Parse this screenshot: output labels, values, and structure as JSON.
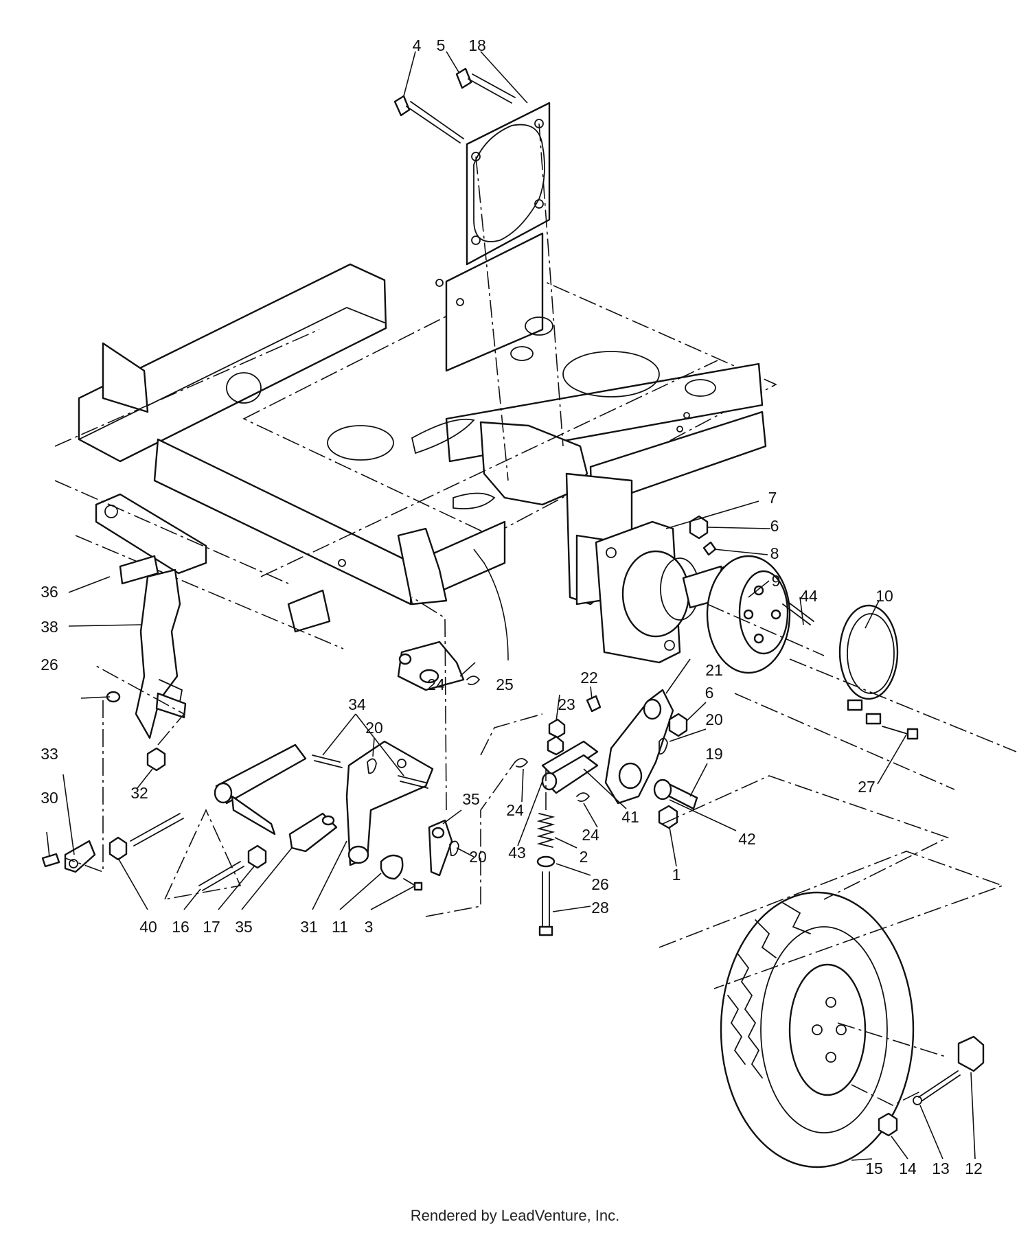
{
  "callouts": [
    {
      "id": "c4",
      "text": "4"
    },
    {
      "id": "c5",
      "text": "5"
    },
    {
      "id": "c18",
      "text": "18"
    },
    {
      "id": "c7",
      "text": "7"
    },
    {
      "id": "c6a",
      "text": "6"
    },
    {
      "id": "c8",
      "text": "8"
    },
    {
      "id": "c9",
      "text": "9"
    },
    {
      "id": "c44",
      "text": "44"
    },
    {
      "id": "c10",
      "text": "10"
    },
    {
      "id": "c36",
      "text": "36"
    },
    {
      "id": "c38",
      "text": "38"
    },
    {
      "id": "c26a",
      "text": "26"
    },
    {
      "id": "c33",
      "text": "33"
    },
    {
      "id": "c30",
      "text": "30"
    },
    {
      "id": "c32",
      "text": "32"
    },
    {
      "id": "c40",
      "text": "40"
    },
    {
      "id": "c16",
      "text": "16"
    },
    {
      "id": "c17",
      "text": "17"
    },
    {
      "id": "c35a",
      "text": "35"
    },
    {
      "id": "c31",
      "text": "31"
    },
    {
      "id": "c11",
      "text": "11"
    },
    {
      "id": "c3",
      "text": "3"
    },
    {
      "id": "c34",
      "text": "34"
    },
    {
      "id": "c20a",
      "text": "20"
    },
    {
      "id": "c35b",
      "text": "35"
    },
    {
      "id": "c20b",
      "text": "20"
    },
    {
      "id": "c24a",
      "text": "24"
    },
    {
      "id": "c25",
      "text": "25"
    },
    {
      "id": "c22",
      "text": "22"
    },
    {
      "id": "c23",
      "text": "23"
    },
    {
      "id": "c21",
      "text": "21"
    },
    {
      "id": "c6b",
      "text": "6"
    },
    {
      "id": "c20c",
      "text": "20"
    },
    {
      "id": "c19",
      "text": "19"
    },
    {
      "id": "c27",
      "text": "27"
    },
    {
      "id": "c24b",
      "text": "24"
    },
    {
      "id": "c41",
      "text": "41"
    },
    {
      "id": "c24c",
      "text": "24"
    },
    {
      "id": "c42",
      "text": "42"
    },
    {
      "id": "c43",
      "text": "43"
    },
    {
      "id": "c2",
      "text": "2"
    },
    {
      "id": "c26b",
      "text": "26"
    },
    {
      "id": "c1",
      "text": "1"
    },
    {
      "id": "c28",
      "text": "28"
    },
    {
      "id": "c15",
      "text": "15"
    },
    {
      "id": "c14",
      "text": "14"
    },
    {
      "id": "c13",
      "text": "13"
    },
    {
      "id": "c12",
      "text": "12"
    }
  ],
  "footer": {
    "credit": "Rendered by LeadVenture, Inc."
  }
}
